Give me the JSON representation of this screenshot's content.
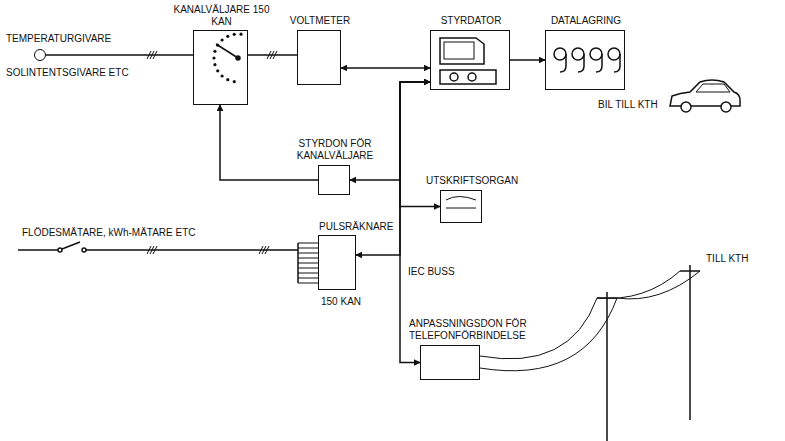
{
  "diagram": {
    "nodes": [
      {
        "text": [
          "TEMPERATURGIVARE",
          "SOLINTENTSGIVARE ETC"
        ]
      },
      {
        "text": [
          "KANALVÄLJARE 150 KAN"
        ]
      },
      {
        "text": [
          "VOLTMETER"
        ]
      },
      {
        "text": [
          "STYRDATOR"
        ]
      },
      {
        "text": [
          "DATALAGRING"
        ]
      },
      {
        "text": [
          "STYRDON FÖR KANALVÄLJARE"
        ]
      },
      {
        "text": [
          "PULSRÄKNARE",
          "150 KAN"
        ]
      },
      {
        "text": [
          "UTSKRIFTSORGAN"
        ]
      },
      {
        "text": [
          "ANPASSNINGSDON FÖR TELEFONFÖRBINDELSE"
        ]
      }
    ],
    "edges": [
      {
        "from": 0,
        "to": 1,
        "arrow": "none"
      },
      {
        "from": 1,
        "to": 2,
        "arrow": "none"
      },
      {
        "from": 3,
        "to": 2,
        "arrow": "both"
      },
      {
        "from": 3,
        "to": 5,
        "arrow": "to"
      },
      {
        "from": 3,
        "to": 6,
        "arrow": "both"
      },
      {
        "from": 3,
        "to": 7,
        "arrow": "to"
      },
      {
        "from": 3,
        "to": 8,
        "arrow": "both"
      },
      {
        "from": 3,
        "to": 4,
        "arrow": "to"
      },
      {
        "from": 5,
        "to": 1,
        "arrow": "to"
      }
    ],
    "labels": [
      "FLÖDESMÄTARE, kWh-MÄTARE ETC",
      "IEC BUSS",
      "BIL TILL KTH",
      "TILL KTH"
    ]
  }
}
